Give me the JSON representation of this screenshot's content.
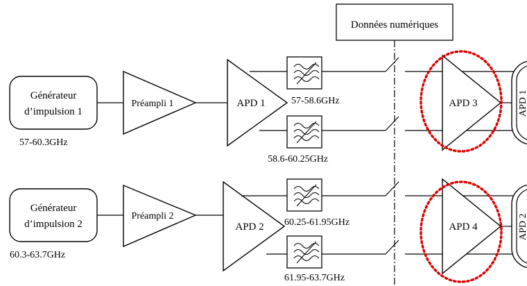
{
  "digital_data_label": "Données numériques",
  "channels": [
    {
      "generator": {
        "line1": "Générateur",
        "line2": "d’impulsion 1",
        "freq": "57-60.3GHz"
      },
      "preamp": "Préampli 1",
      "apd": "APD 1",
      "filter_upper": "57-58.6GHz",
      "filter_lower": "58.6-60.25GHz",
      "apd_highlighted": "APD 3",
      "cropped_label": "APD 1"
    },
    {
      "generator": {
        "line1": "Générateur",
        "line2": "d’impulsion 2",
        "freq": "60.3-63.7GHz"
      },
      "preamp": "Préampli 2",
      "apd": "APD 2",
      "filter_upper": "60.25-61.95GHz",
      "filter_lower": "61.95-63.7GHz",
      "apd_highlighted": "APD 4",
      "cropped_label": "APD 2"
    }
  ],
  "colors": {
    "line": "#000000",
    "highlight": "#e00000"
  }
}
